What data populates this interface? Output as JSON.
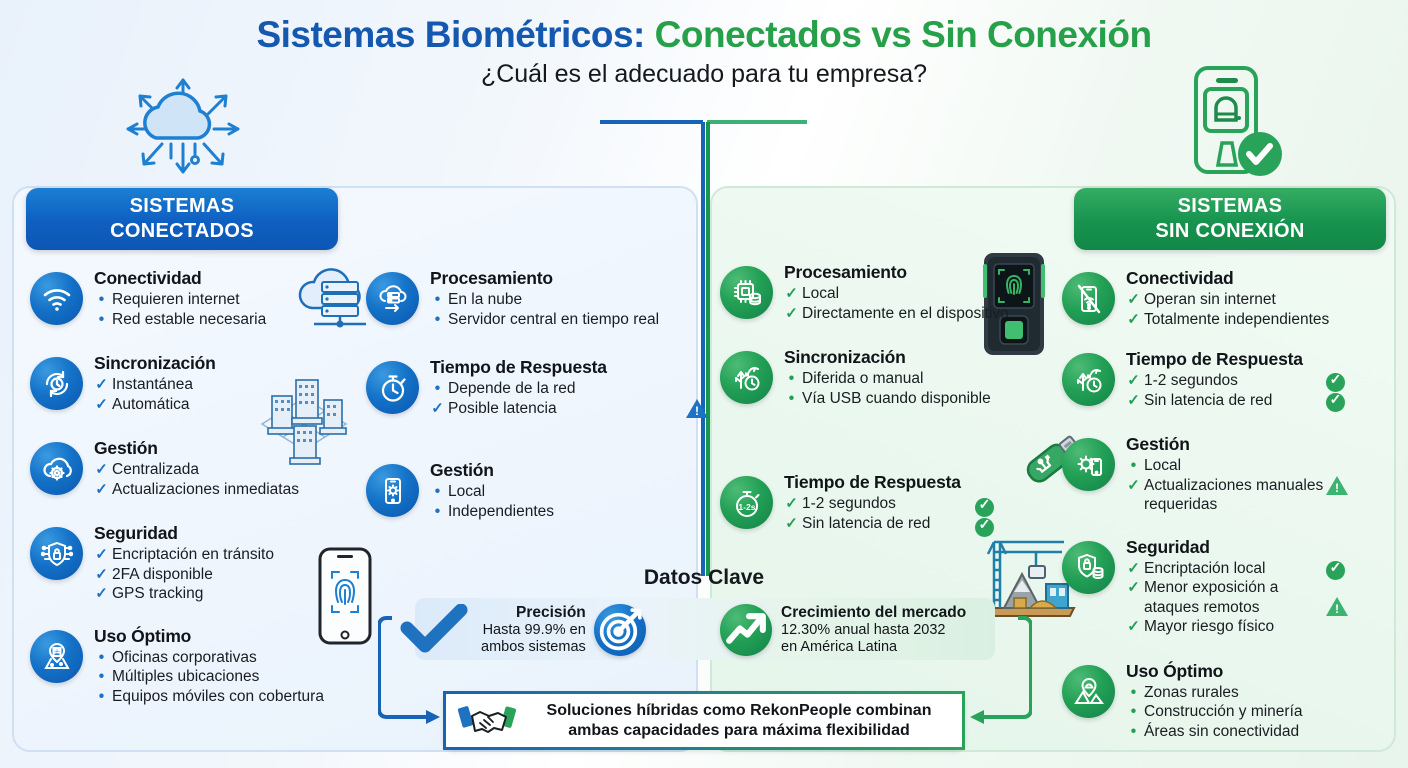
{
  "header": {
    "title_blue": "Sistemas Biométricos:",
    "title_green": " Conectados vs Sin Conexión",
    "subtitle": "¿Cuál es el adecuado para tu empresa?"
  },
  "colors": {
    "brand_blue": "#1558b0",
    "brand_green": "#27a04a",
    "icon_blue": "#1472c8",
    "icon_green": "#22a055",
    "warn_blue": "#1d72c4",
    "warn_green": "#3cb371",
    "ok_green": "#2aa35a"
  },
  "panels": {
    "connected": {
      "header": "SISTEMAS\nCONECTADOS",
      "header_line1": "SISTEMAS",
      "header_line2": "CONECTADOS",
      "column_left": [
        {
          "icon": "wifi-icon",
          "title": "Conectividad",
          "items": [
            {
              "marker": "dot",
              "text": "Requieren internet"
            },
            {
              "marker": "dot",
              "text": "Red estable necesaria"
            }
          ]
        },
        {
          "icon": "sync-clock-icon",
          "title": "Sincronización",
          "items": [
            {
              "marker": "check",
              "text": "Instantánea"
            },
            {
              "marker": "check",
              "text": "Automática"
            }
          ]
        },
        {
          "icon": "cloud-gear-icon",
          "title": "Gestión",
          "items": [
            {
              "marker": "check",
              "text": "Centralizada"
            },
            {
              "marker": "check",
              "text": "Actualizaciones inmediatas"
            }
          ]
        },
        {
          "icon": "shield-lock-icon",
          "title": "Seguridad",
          "items": [
            {
              "marker": "check",
              "text": "Encriptación en tránsito"
            },
            {
              "marker": "check",
              "text": "2FA disponible"
            },
            {
              "marker": "check",
              "text": "GPS tracking"
            }
          ]
        },
        {
          "icon": "location-building-icon",
          "title": "Uso Óptimo",
          "items": [
            {
              "marker": "dot",
              "text": "Oficinas corporativas"
            },
            {
              "marker": "dot",
              "text": "Múltiples ubicaciones"
            },
            {
              "marker": "dot",
              "text": "Equipos móviles con cobertura"
            }
          ]
        }
      ],
      "column_right": [
        {
          "icon": "cloud-server-arrow-icon",
          "title": "Procesamiento",
          "items": [
            {
              "marker": "dot",
              "text": "En la nube"
            },
            {
              "marker": "dot",
              "text": "Servidor central en tiempo real"
            }
          ]
        },
        {
          "icon": "stopwatch-icon",
          "title": "Tiempo de Respuesta",
          "items": [
            {
              "marker": "dot",
              "text": "Depende de la red"
            },
            {
              "marker": "check",
              "text": "Posible latencia"
            }
          ],
          "badge": "warning-blue"
        },
        {
          "icon": "phone-gear-icon",
          "title": "Gestión",
          "items": [
            {
              "marker": "dot",
              "text": "Local"
            },
            {
              "marker": "dot",
              "text": "Independientes"
            }
          ]
        }
      ]
    },
    "offline": {
      "header_line1": "SISTEMAS",
      "header_line2": "SIN CONEXIÓN",
      "column_left": [
        {
          "icon": "chip-database-icon",
          "title": "Procesamiento",
          "items": [
            {
              "marker": "check",
              "text": "Local"
            },
            {
              "marker": "check",
              "text": "Directamente en el dispositivo"
            }
          ]
        },
        {
          "icon": "usb-clock-icon",
          "title": "Sincronización",
          "items": [
            {
              "marker": "dot",
              "text": "Diferida o manual"
            },
            {
              "marker": "dot",
              "text": "Vía USB cuando disponible"
            }
          ]
        },
        {
          "icon": "stopwatch-1-2s-icon",
          "icon_label": "1-2s",
          "title": "Tiempo de Respuesta",
          "items": [
            {
              "marker": "check",
              "text": "1-2 segundos",
              "badge": "ok"
            },
            {
              "marker": "check",
              "text": "Sin latencia de red",
              "badge": "ok"
            }
          ]
        }
      ],
      "column_right": [
        {
          "icon": "phone-no-signal-icon",
          "title": "Conectividad",
          "items": [
            {
              "marker": "check",
              "text": "Operan sin internet"
            },
            {
              "marker": "check",
              "text": "Totalmente independientes"
            }
          ]
        },
        {
          "icon": "usb-clock-icon",
          "title": "Tiempo de Respuesta",
          "items": [
            {
              "marker": "check",
              "text": "1-2 segundos",
              "badge": "ok"
            },
            {
              "marker": "check",
              "text": "Sin latencia de red",
              "badge": "ok"
            }
          ]
        },
        {
          "icon": "gear-phone-icon",
          "title": "Gestión",
          "items": [
            {
              "marker": "dot",
              "text": "Local"
            },
            {
              "marker": "check",
              "text": "Actualizaciones manuales requeridas",
              "badge": "warning-green"
            }
          ]
        },
        {
          "icon": "shield-lock-db-icon",
          "title": "Seguridad",
          "items": [
            {
              "marker": "check",
              "text": "Encriptación local"
            },
            {
              "marker": "check",
              "text": "Menor exposición a ataques remotos",
              "badge": "ok"
            },
            {
              "marker": "check",
              "text": "Mayor riesgo físico",
              "badge": "warning-green"
            }
          ]
        },
        {
          "icon": "location-mountain-icon",
          "title": "Uso Óptimo",
          "items": [
            {
              "marker": "dot",
              "text": "Zonas rurales"
            },
            {
              "marker": "dot",
              "text": "Construcción y minería"
            },
            {
              "marker": "dot",
              "text": "Áreas sin conectividad"
            }
          ]
        }
      ]
    }
  },
  "center": {
    "datos_title": "Datos Clave",
    "stats": [
      {
        "icon": "target-icon",
        "title": "Precisión",
        "line1": "Hasta 99.9% en",
        "line2": "ambos sistemas",
        "accent": "#1472c8"
      },
      {
        "icon": "trend-up-icon",
        "title": "Crecimiento del mercado",
        "line1": "12.30% anual hasta 2032",
        "line2": "en América Latina",
        "accent": "#22a055"
      }
    ],
    "hybrid": {
      "icon": "handshake-icon",
      "line1": "Soluciones híbridas como RekonPeople combinan",
      "line2": "ambas capacidades para máxima flexibilidad"
    }
  },
  "decorations": [
    {
      "name": "cloud-arrows-icon"
    },
    {
      "name": "biometric-terminal-check-icon"
    },
    {
      "name": "cloud-server-illustration"
    },
    {
      "name": "buildings-network-illustration"
    },
    {
      "name": "phone-fingerprint-illustration"
    },
    {
      "name": "biometric-device-illustration"
    },
    {
      "name": "usb-stick-illustration"
    },
    {
      "name": "construction-crane-illustration"
    }
  ]
}
